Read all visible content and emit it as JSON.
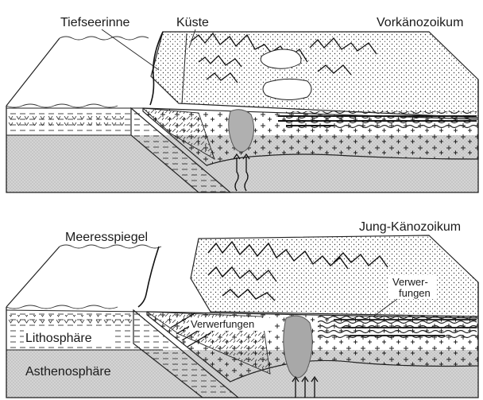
{
  "top_panel": {
    "trench_label": "Tiefseerinne",
    "coast_label": "Küste",
    "era_label": "Vorkänozoikum"
  },
  "bottom_panel": {
    "sea_level_label": "Meeresspiegel",
    "era_label": "Jung-Känozoikum",
    "faults_right_line1": "Verwer-",
    "faults_right_line2": "fungen",
    "faults_center_label": "Verwerfungen",
    "lithosphere_label": "Lithosphäre",
    "asthenosphere_label": "Asthenosphäre"
  },
  "colors": {
    "ink": "#1a1a1a",
    "mantle": "#cfcfcf",
    "paper": "#ffffff"
  }
}
